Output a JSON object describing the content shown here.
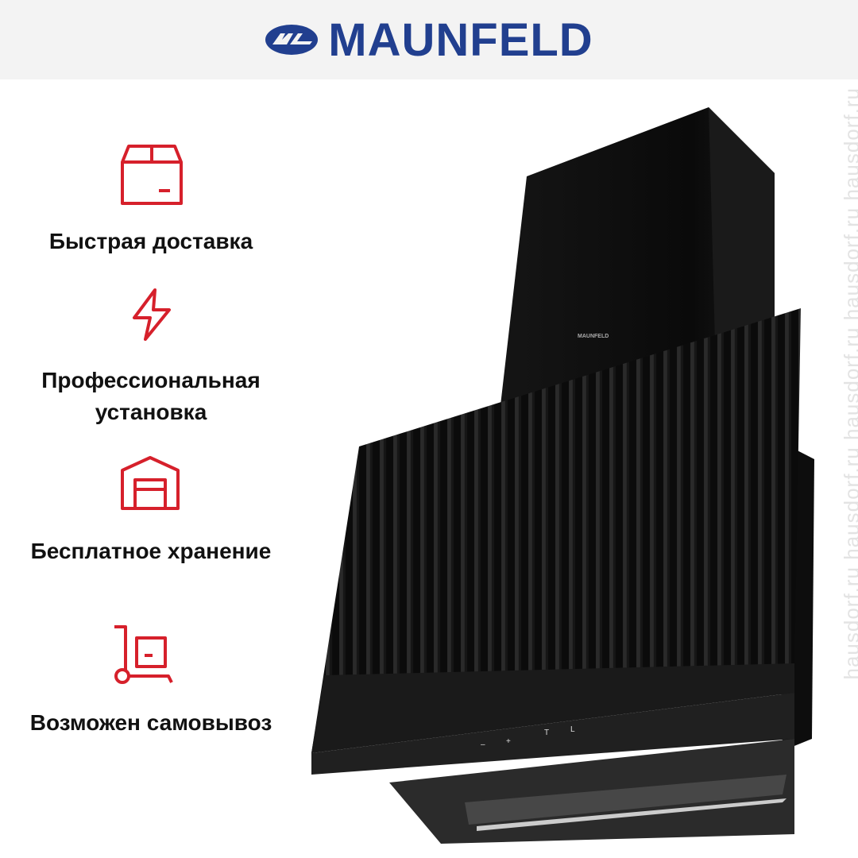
{
  "brand": {
    "name": "MAUNFELD",
    "color": "#213f8f"
  },
  "accent_color": "#d6202b",
  "features": [
    {
      "icon": "box-icon",
      "label": "Быстрая доставка"
    },
    {
      "icon": "lightning-icon",
      "label": "Профессиональная установка"
    },
    {
      "icon": "warehouse-icon",
      "label": "Бесплатное хранение"
    },
    {
      "icon": "cart-box-icon",
      "label": "Возможен самовывоз"
    }
  ],
  "product": {
    "panel_logo": "MAUNFELD",
    "controls": [
      "–",
      "+",
      "T",
      "L"
    ]
  },
  "watermark": "hausdorf.ru   hausdorf.ru   hausdorf.ru   hausdorf.ru   hausdorf.ru"
}
